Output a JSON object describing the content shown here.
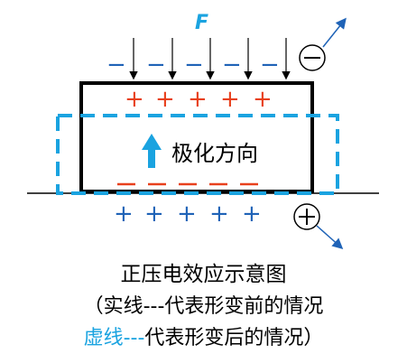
{
  "force_label": "F",
  "top_electrode_sign": "−",
  "bottom_electrode_sign": "+",
  "polarization_label": "极化方向",
  "top_inner_charges": [
    "+",
    "+",
    "+",
    "+",
    "+"
  ],
  "bottom_inner_charges": [
    "−",
    "−",
    "−",
    "−",
    "−"
  ],
  "top_surface_charges": [
    "−",
    "−",
    "−",
    "−",
    "−"
  ],
  "bottom_surface_charges": [
    "+",
    "+",
    "+",
    "+",
    "+"
  ],
  "caption": {
    "title": "正压电效应示意图",
    "solid_line_note": "（实线---代表形变前的情况",
    "dashed_prefix": "虚线---",
    "dashed_rest": "代表形变后的情况）"
  },
  "colors": {
    "charge_red": "#e8401c",
    "charge_blue": "#1f63b7",
    "dashed_outline": "#1aa3e0",
    "force_label": "#1aa3e0",
    "solid_outline": "#000000"
  }
}
